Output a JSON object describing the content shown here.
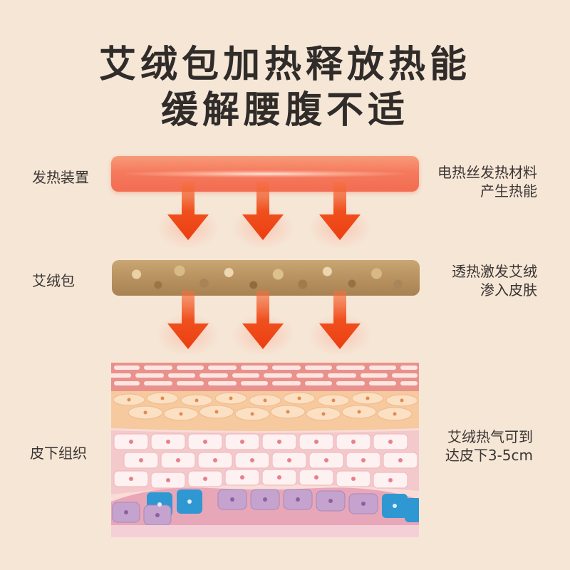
{
  "title": {
    "line1": "艾绒包加热释放热能",
    "line2": "缓解腰腹不适"
  },
  "layers": {
    "heater": {
      "left_label": "发热装置",
      "right_label_line1": "电热丝发热材料",
      "right_label_line2": "产生热能"
    },
    "moxa": {
      "left_label": "艾绒包",
      "right_label_line1": "透热激发艾绒",
      "right_label_line2": "渗入皮肤"
    },
    "tissue": {
      "left_label": "皮下组织",
      "right_label_line1": "艾绒热气可到",
      "right_label_line2": "达皮下3-5cm"
    }
  },
  "colors": {
    "background": "#f6e6d6",
    "heater": "#f57a5d",
    "arrow": "#f0501e",
    "moxa": "#b89260"
  }
}
